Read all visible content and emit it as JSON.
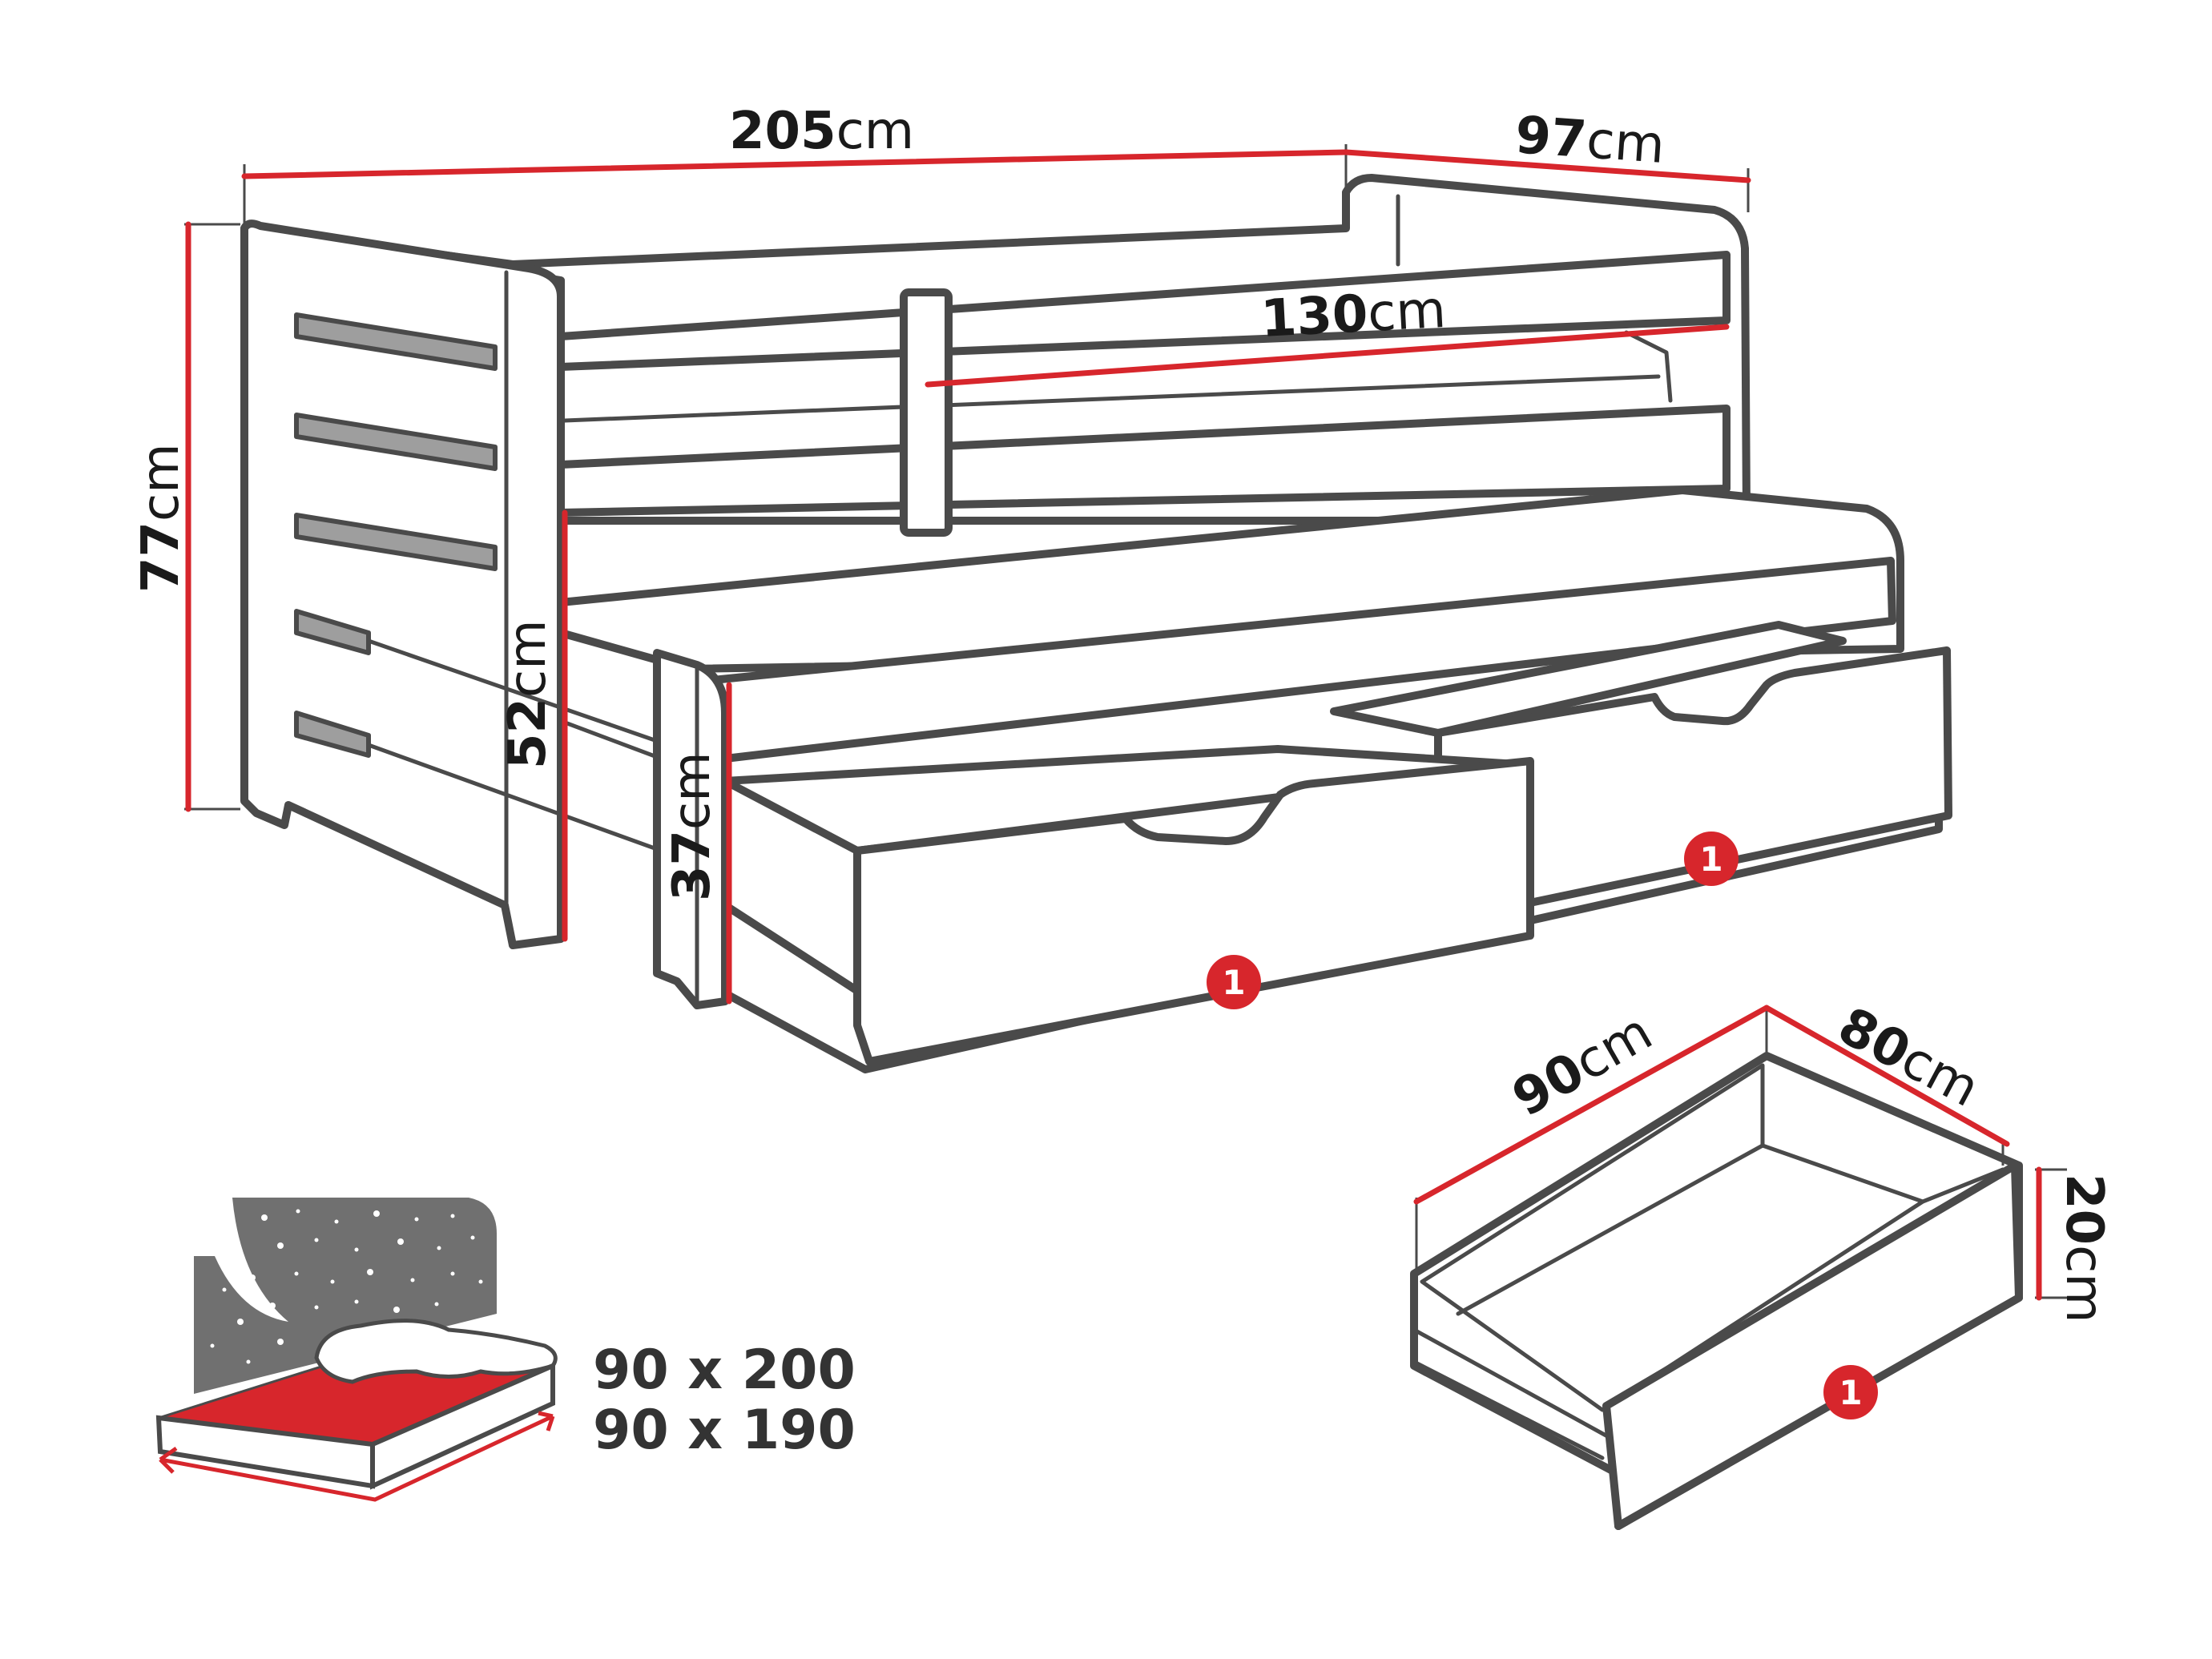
{
  "colors": {
    "accent_red": "#d7262c",
    "outline_gray": "#4a4a4a",
    "panel_gray": "#707070",
    "text_dark": "#1a1a1a"
  },
  "dimensions": {
    "bed_length": {
      "value": "205",
      "unit": "cm"
    },
    "bed_depth": {
      "value": "97",
      "unit": "cm"
    },
    "rail_length": {
      "value": "130",
      "unit": "cm"
    },
    "bed_height": {
      "value": "77",
      "unit": "cm"
    },
    "side_height": {
      "value": "52",
      "unit": "cm"
    },
    "trundle_height": {
      "value": "37",
      "unit": "cm"
    },
    "drawer_length": {
      "value": "90",
      "unit": "cm"
    },
    "drawer_depth": {
      "value": "80",
      "unit": "cm"
    },
    "drawer_height": {
      "value": "20",
      "unit": "cm"
    }
  },
  "badges": {
    "drawer_front_left": "1",
    "drawer_front_right": "1",
    "drawer_detail": "1"
  },
  "mattress": {
    "icon": "mattress-icon",
    "sizes": [
      "90 x 200",
      "90 x 190"
    ]
  }
}
